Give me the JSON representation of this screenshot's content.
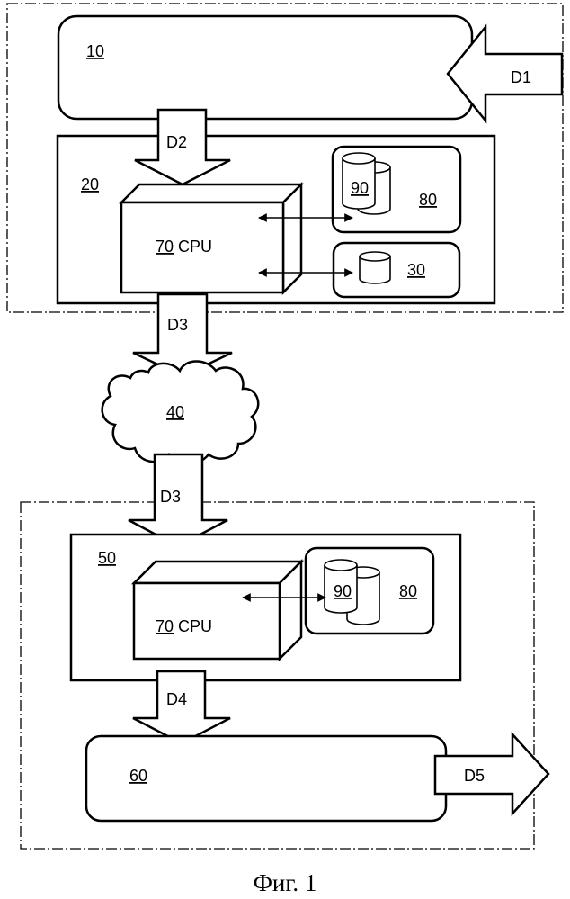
{
  "blocks": {
    "input_unit": "10",
    "server": "20",
    "storage": "30",
    "network": "40",
    "client": "50",
    "output_unit": "60",
    "cpu_number": "70",
    "cpu_suffix": " CPU",
    "database_group": "80",
    "database": "90"
  },
  "flows": {
    "d1": "D1",
    "d2": "D2",
    "d3_top": "D3",
    "d3_bottom": "D3",
    "d4": "D4",
    "d5": "D5"
  },
  "caption": "Фиг. 1"
}
